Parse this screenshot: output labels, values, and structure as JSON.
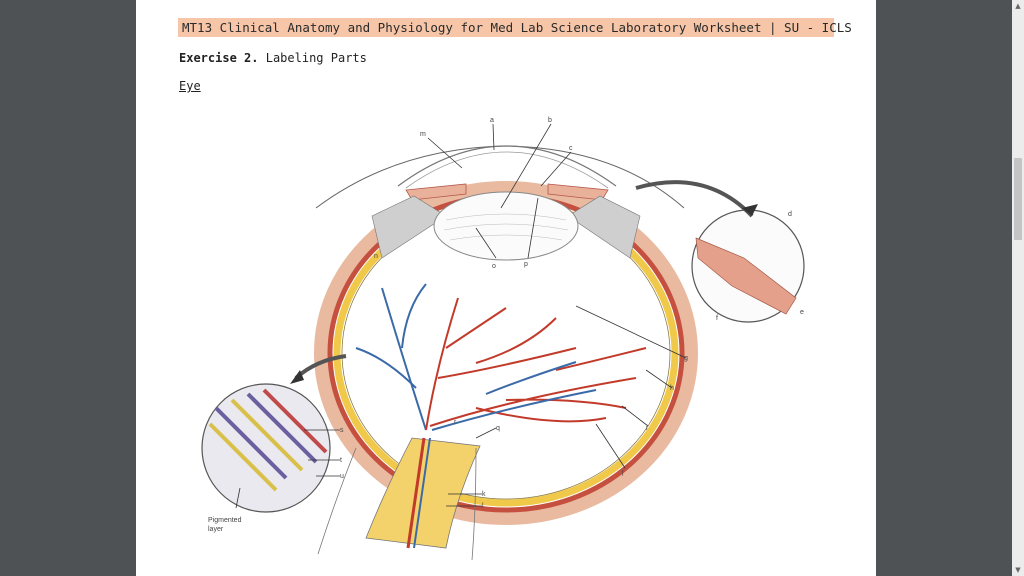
{
  "worksheet": {
    "header": "MT13 Clinical Anatomy and Physiology for Med Lab Science Laboratory Worksheet | SU - ICLS",
    "exercise_label": "Exercise 2.",
    "exercise_title": "Labeling Parts",
    "section_title": "Eye"
  },
  "diagram": {
    "labels": {
      "a": "a",
      "b": "b",
      "c": "c",
      "d": "d",
      "e": "e",
      "f": "f",
      "g": "g",
      "h": "h",
      "i": "i",
      "j": "j",
      "k": "k",
      "l": "l",
      "m": "m",
      "n": "n",
      "o": "o",
      "p": "p",
      "q": "q",
      "r": "r",
      "s": "s",
      "t": "t",
      "u": "u"
    },
    "pigmented_line1": "Pigmented",
    "pigmented_line2": "layer"
  },
  "colors": {
    "header_bg": "#f7c6a8",
    "sclera": "#e9b9a0",
    "choroid": "#c6503f",
    "retina": "#f0c84a",
    "artery": "#c23a2a",
    "vein": "#3b6aa8"
  },
  "scrollbar": {
    "up_icon": "▲",
    "down_icon": "▼"
  }
}
